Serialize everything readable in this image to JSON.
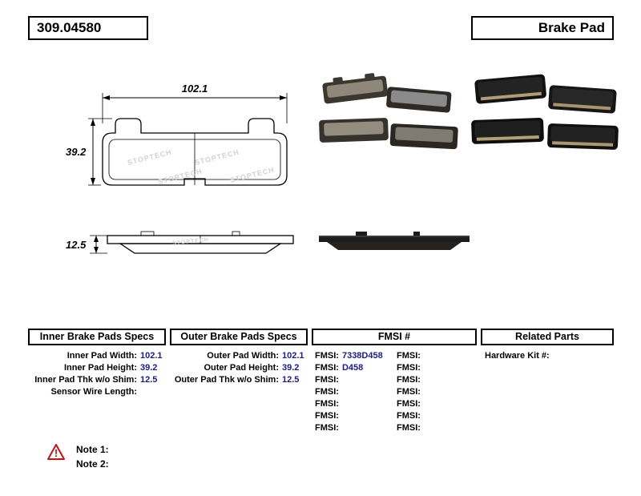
{
  "header": {
    "part_number": "309.04580",
    "product_name": "Brake Pad"
  },
  "diagram": {
    "pad_width": "102.1",
    "pad_height": "39.2",
    "pad_thickness": "12.5",
    "watermark": "STOPTECH"
  },
  "tables": {
    "inner": {
      "title": "Inner Brake Pads Specs",
      "rows": [
        {
          "label": "Inner Pad Width:",
          "value": "102.1"
        },
        {
          "label": "Inner Pad Height:",
          "value": "39.2"
        },
        {
          "label": "Inner Pad Thk w/o Shim:",
          "value": "12.5"
        },
        {
          "label": "Sensor Wire Length:",
          "value": ""
        }
      ]
    },
    "outer": {
      "title": "Outer Brake Pads Specs",
      "rows": [
        {
          "label": "Outer Pad Width:",
          "value": "102.1"
        },
        {
          "label": "Outer Pad Height:",
          "value": "39.2"
        },
        {
          "label": "Outer Pad Thk w/o Shim:",
          "value": "12.5"
        }
      ]
    },
    "fmsi": {
      "title": "FMSI #",
      "left": [
        {
          "label": "FMSI:",
          "value": "7338D458"
        },
        {
          "label": "FMSI:",
          "value": "D458"
        },
        {
          "label": "FMSI:",
          "value": ""
        },
        {
          "label": "FMSI:",
          "value": ""
        },
        {
          "label": "FMSI:",
          "value": ""
        },
        {
          "label": "FMSI:",
          "value": ""
        },
        {
          "label": "FMSI:",
          "value": ""
        }
      ],
      "right": [
        {
          "label": "FMSI:",
          "value": ""
        },
        {
          "label": "FMSI:",
          "value": ""
        },
        {
          "label": "FMSI:",
          "value": ""
        },
        {
          "label": "FMSI:",
          "value": ""
        },
        {
          "label": "FMSI:",
          "value": ""
        },
        {
          "label": "FMSI:",
          "value": ""
        },
        {
          "label": "FMSI:",
          "value": ""
        }
      ]
    },
    "related": {
      "title": "Related Parts",
      "rows": [
        {
          "label": "Hardware Kit #:",
          "value": ""
        }
      ]
    }
  },
  "notes": [
    {
      "label": "Note 1:"
    },
    {
      "label": "Note 2:"
    }
  ],
  "icons": {
    "warning": "!"
  },
  "colors": {
    "value_text": "#1a1a9c",
    "warning": "#cc1111"
  }
}
